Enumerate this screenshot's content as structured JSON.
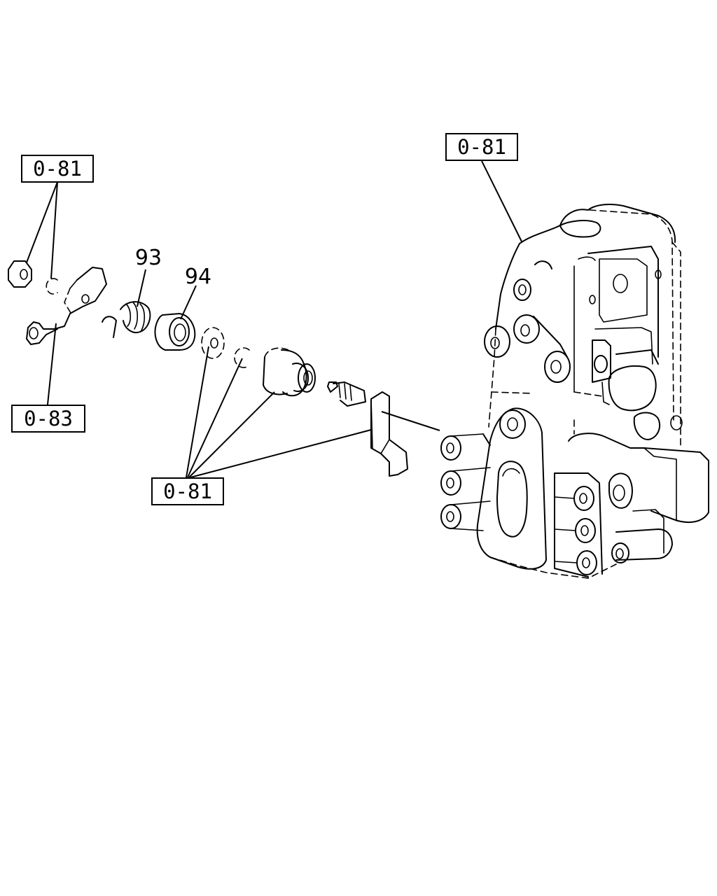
{
  "diagram": {
    "reference_labels": {
      "ref_top_left": "0-81",
      "ref_top_right": "0-81",
      "ref_bottom_center": "0-81",
      "ref_left_lower": "0-83"
    },
    "part_numbers": {
      "spring": "93",
      "bushing": "94"
    },
    "colors": {
      "line": "#000000",
      "background": "#ffffff"
    }
  }
}
